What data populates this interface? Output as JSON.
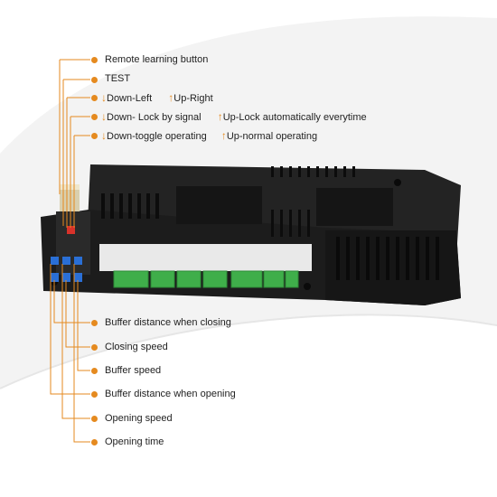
{
  "colors": {
    "accent": "#e58a1f",
    "device_body": "#1c1c1c",
    "terminal_green": "#3fae4a",
    "dip_blue": "#2a6fd6"
  },
  "top_labels": [
    {
      "id": "remote",
      "text": "Remote learning button"
    },
    {
      "id": "test",
      "text": "TEST"
    },
    {
      "id": "dir",
      "a_icon": "arrow-down-icon",
      "a_text": "Down-Left",
      "b_icon": "arrow-up-icon",
      "b_text": "Up-Right"
    },
    {
      "id": "lock",
      "a_icon": "arrow-down-icon",
      "a_text": "Down- Lock by signal",
      "b_icon": "arrow-up-icon",
      "b_text": "Up-Lock automatically everytime"
    },
    {
      "id": "toggle",
      "a_icon": "arrow-down-icon",
      "a_text": "Down-toggle operating",
      "b_icon": "arrow-up-icon",
      "b_text": "Up-normal operating"
    }
  ],
  "bottom_labels": [
    {
      "id": "buf-close",
      "text": "Buffer distance when closing"
    },
    {
      "id": "close-speed",
      "text": "Closing speed"
    },
    {
      "id": "buf-speed",
      "text": "Buffer speed"
    },
    {
      "id": "buf-open",
      "text": "Buffer distance  when opening"
    },
    {
      "id": "open-speed",
      "text": "Opening speed"
    },
    {
      "id": "open-time",
      "text": "Opening time"
    }
  ]
}
